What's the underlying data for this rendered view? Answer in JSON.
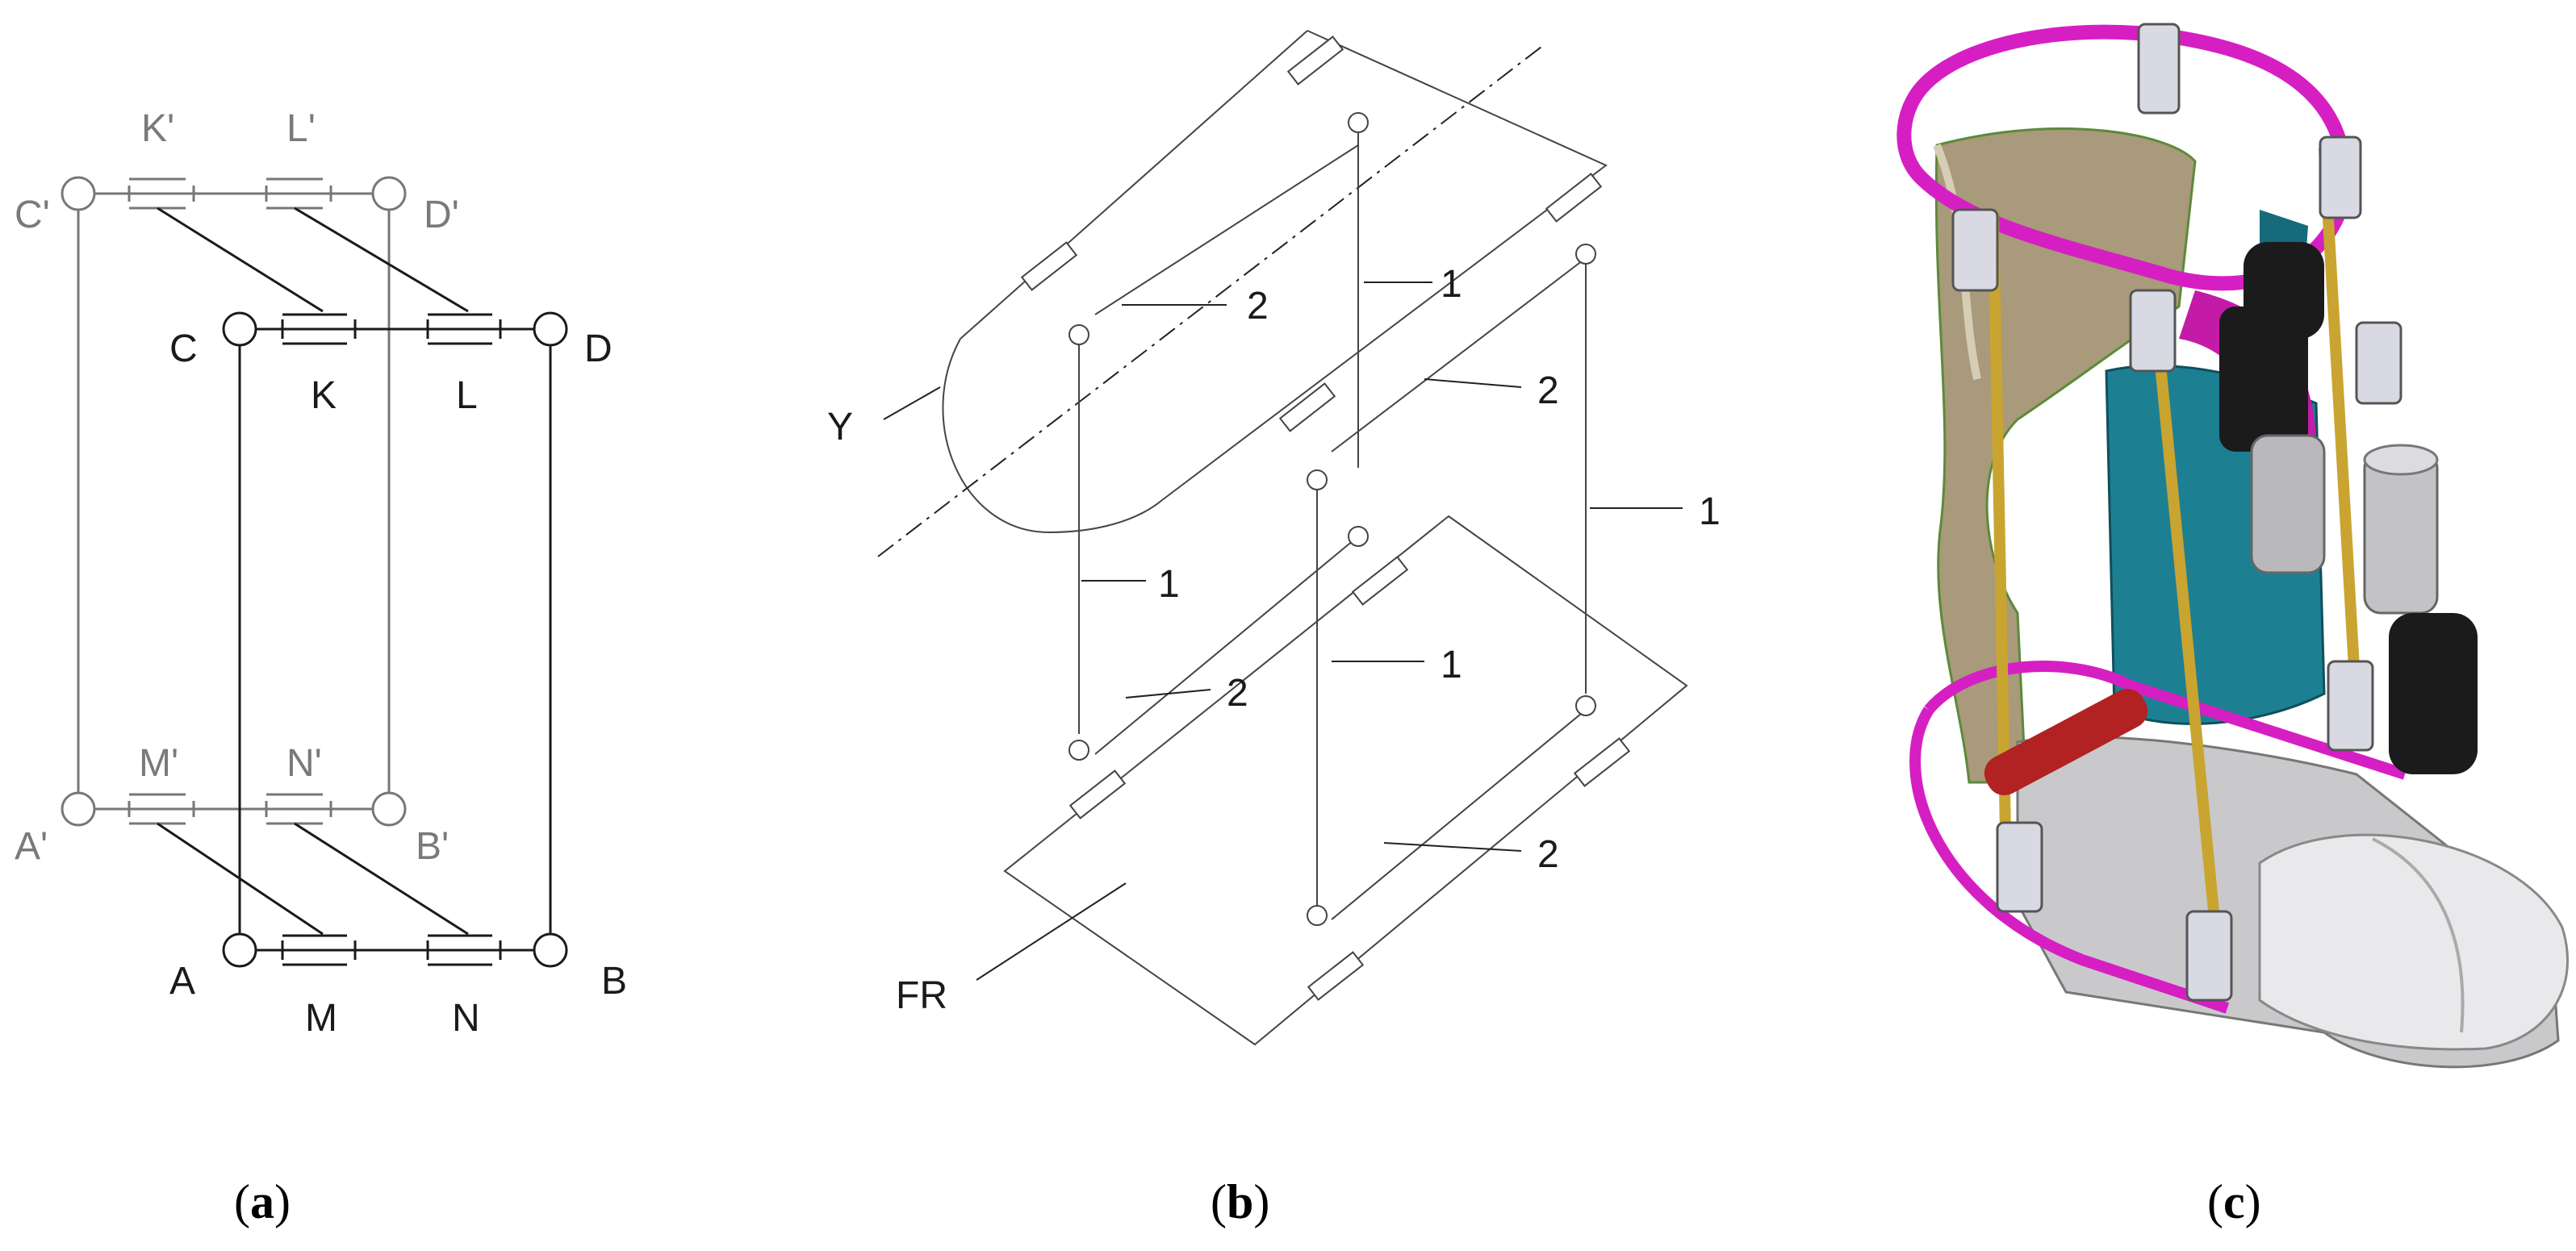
{
  "panels": {
    "a": {
      "caption_letter": "a",
      "points_front": {
        "A": "A",
        "B": "B",
        "C": "C",
        "D": "D",
        "K": "K",
        "L": "L",
        "M": "M",
        "N": "N"
      },
      "points_back": {
        "A": "A'",
        "B": "B'",
        "C": "C'",
        "D": "D'",
        "K": "K'",
        "L": "L'",
        "M": "M'",
        "N": "N'"
      }
    },
    "b": {
      "caption_letter": "b",
      "labels": {
        "rod": "1",
        "link": "2",
        "thigh": "Y",
        "foot": "FR"
      }
    },
    "c": {
      "caption_letter": "c"
    }
  },
  "colors": {
    "magenta_ring": "#d61fc3",
    "tan_shell": "#a89a7a",
    "teal_shell": "#1d7f92",
    "gold_rod": "#c9a430",
    "red_pin": "#b22222",
    "motor_black": "#1b1b1b"
  }
}
